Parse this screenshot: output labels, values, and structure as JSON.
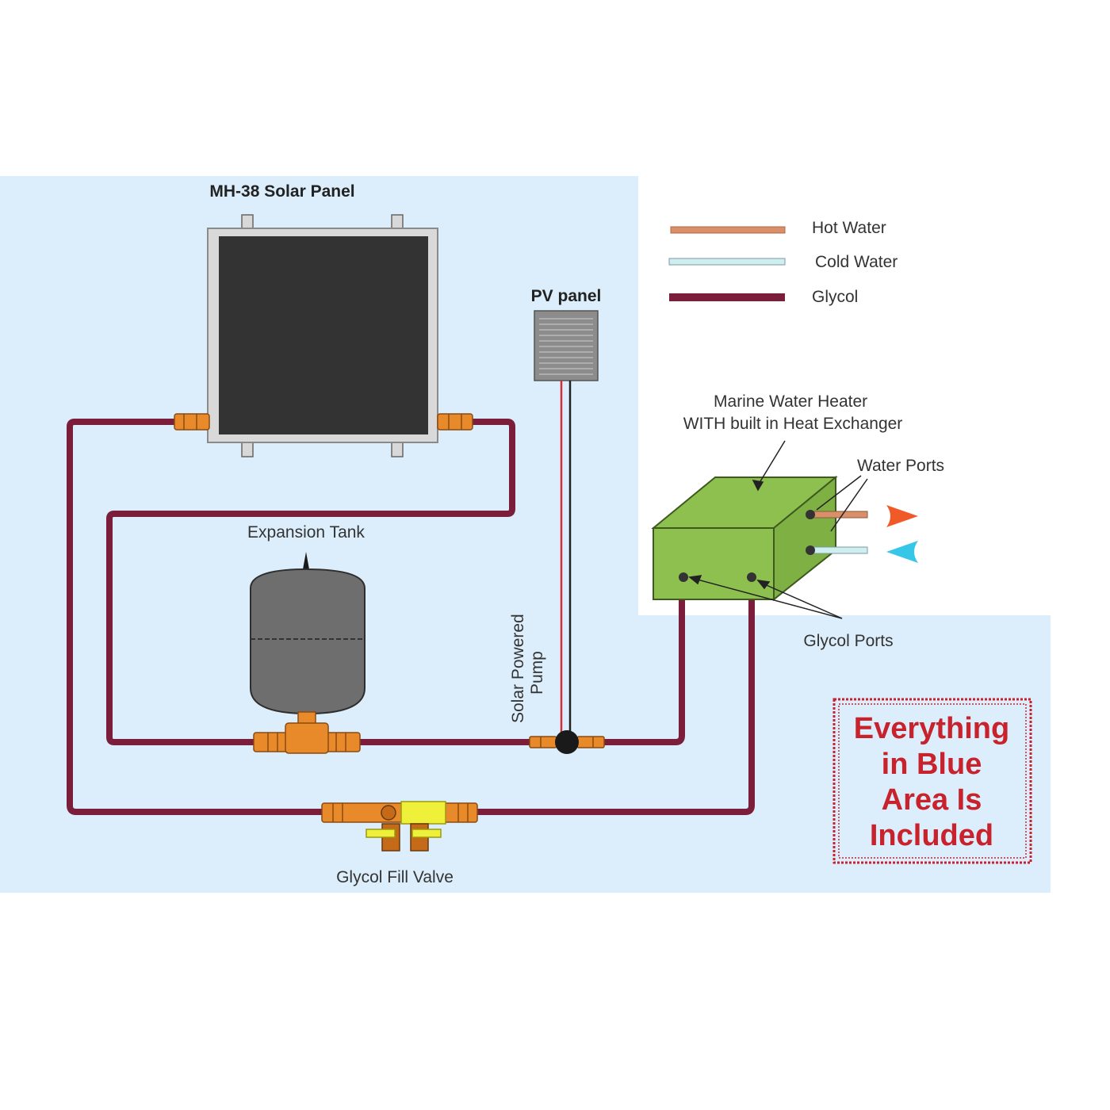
{
  "diagram": {
    "solar_panel_label": "MH-38 Solar Panel",
    "pv_panel_label": "PV panel",
    "expansion_tank_label": "Expansion Tank",
    "pump_label_line1": "Solar Powered",
    "pump_label_line2": "Pump",
    "fill_valve_label": "Glycol Fill Valve",
    "heater_label_line1": "Marine  Water Heater",
    "heater_label_line2": "WITH built in Heat Exchanger",
    "water_ports_label": "Water Ports",
    "glycol_ports_label": "Glycol Ports"
  },
  "legend": [
    {
      "label": "Hot Water",
      "color": "#d9906a"
    },
    {
      "label": "Cold Water",
      "color": "#cfeef0"
    },
    {
      "label": "Glycol",
      "color": "#7a1e3c"
    }
  ],
  "callout": {
    "lines": [
      "Everything",
      "in Blue",
      "Area Is",
      "Included"
    ],
    "color": "#c8232c"
  },
  "colors": {
    "included_area": "#dceefb",
    "glycol_pipe": "#7a1e3c",
    "heater_box": "#8dc04f",
    "fitting": "#e88a2a",
    "hot_arrow": "#f05a28",
    "cold_arrow": "#35c6e8"
  }
}
